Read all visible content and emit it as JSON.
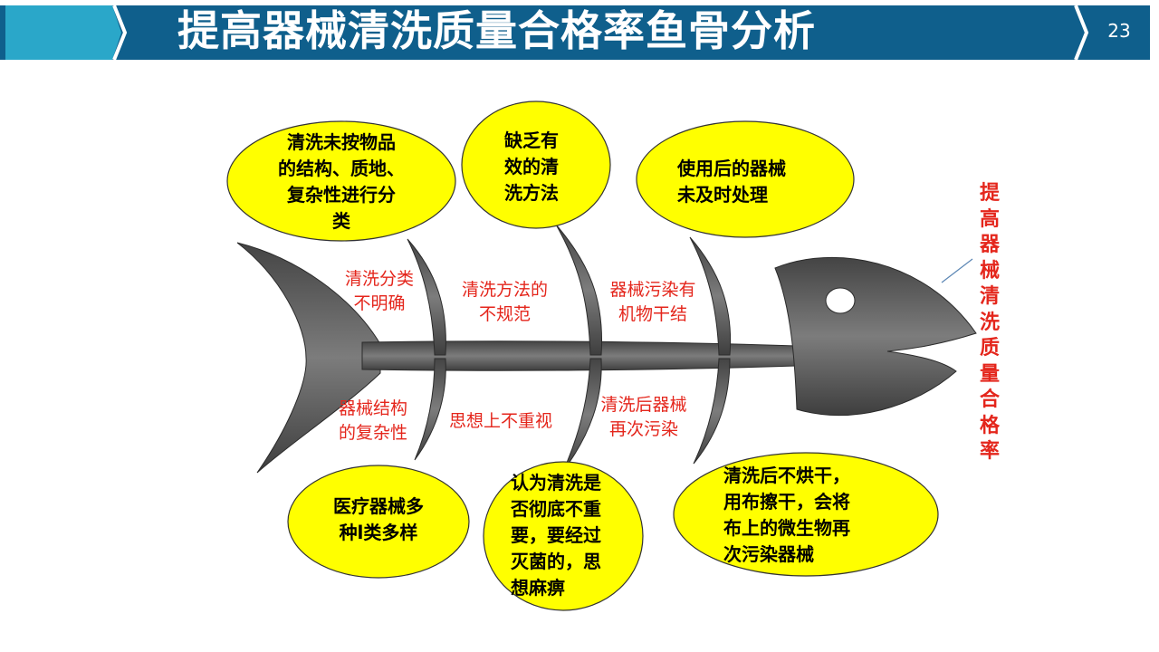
{
  "header": {
    "title": "提高器械清洗质量合格率鱼骨分析",
    "page_number": "23",
    "colors": {
      "bar": "#0f5f8c",
      "accent": "#2aa7c9"
    }
  },
  "diagram": {
    "effect": "提高器械清洗质量合格率",
    "top_causes": [
      {
        "label": "清洗分类\n不明确",
        "detail": "清洗未按物品\n的结构、质地、\n复杂性进行分\n类"
      },
      {
        "label": "清洗方法的\n不规范",
        "detail": "缺乏有\n效的清\n洗方法"
      },
      {
        "label": "器械污染有\n机物干结",
        "detail": "使用后的器械\n未及时处理"
      }
    ],
    "bottom_causes": [
      {
        "label": "器械结构\n的复杂性",
        "detail": "医疗器械多\n种l类多样"
      },
      {
        "label": "思想上不重视",
        "detail": "认为清洗是\n否彻底不重\n要，要经过\n灭菌的，思\n想麻痹"
      },
      {
        "label": "清洗后器械\n再次污染",
        "detail": "清洗后不烘干，\n用布擦干，会将\n布上的微生物再\n次污染器械"
      }
    ],
    "colors": {
      "ellipse_fill": "#ffff00",
      "cause_text": "#e4261c",
      "fish": "#6e6e6e"
    }
  }
}
